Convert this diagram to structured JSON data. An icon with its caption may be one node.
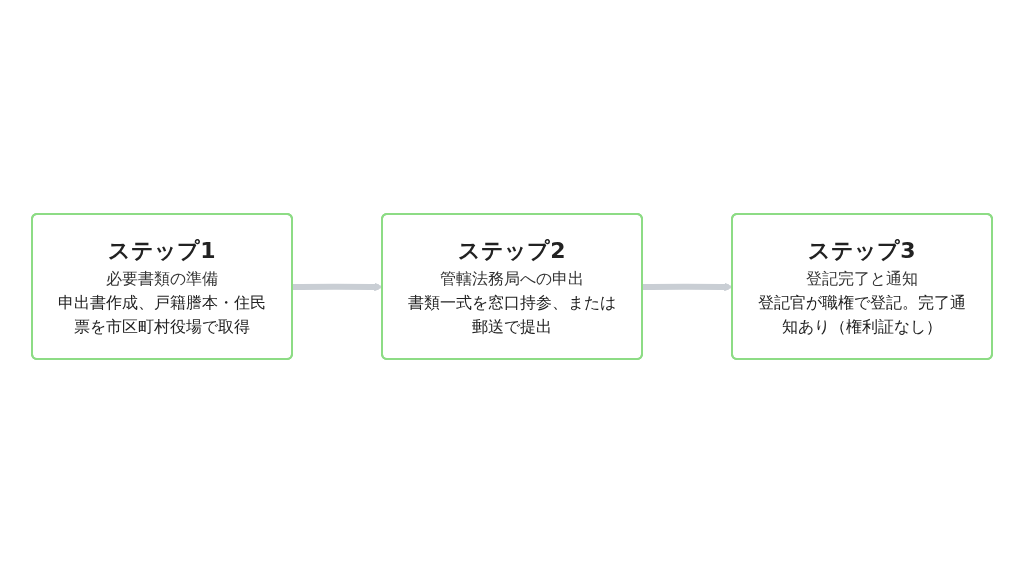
{
  "diagram": {
    "nodes": [
      {
        "text": [
          "ステップ1",
          "必要書類の準備",
          "申出書作成、戸籍謄本・住民票を市区町村役場で取得"
        ]
      },
      {
        "text": [
          "ステップ2",
          "管轄法務局への申出",
          "書類一式を窓口持参、または郵送で提出"
        ]
      },
      {
        "text": [
          "ステップ3",
          "登記完了と通知",
          "登記官が職権で登記。完了通知あり（権利証なし）"
        ]
      }
    ],
    "edges": [
      {
        "from": 0,
        "to": 1,
        "arrow": "to"
      },
      {
        "from": 1,
        "to": 2,
        "arrow": "to"
      }
    ]
  }
}
